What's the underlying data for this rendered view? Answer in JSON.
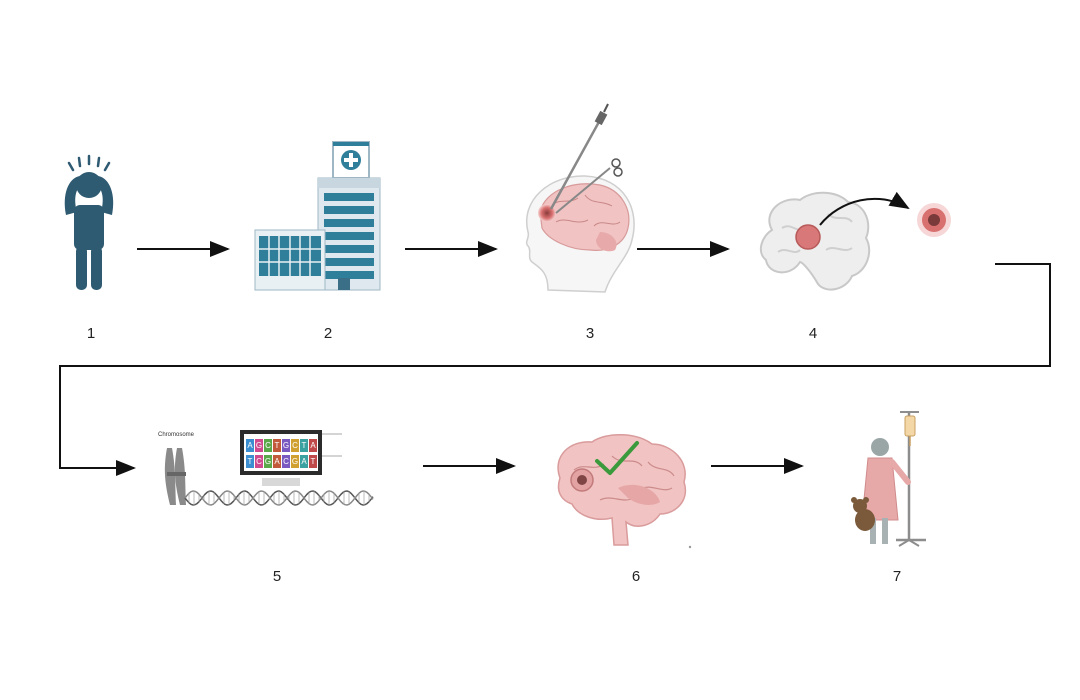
{
  "steps": [
    {
      "label": "1",
      "icon": "distressed-person-icon"
    },
    {
      "label": "2",
      "icon": "hospital-icon"
    },
    {
      "label": "3",
      "icon": "brain-surgery-icon"
    },
    {
      "label": "4",
      "icon": "tumor-extraction-icon"
    },
    {
      "label": "5",
      "icon": "genetic-sequencing-icon"
    },
    {
      "label": "6",
      "icon": "brain-checkmark-icon"
    },
    {
      "label": "7",
      "icon": "patient-iv-icon"
    }
  ],
  "chromosome_label": "Chromosome",
  "sequence_top": [
    "A",
    "G",
    "C",
    "T",
    "G",
    "C",
    "T",
    "A"
  ],
  "sequence_bottom": [
    "T",
    "C",
    "G",
    "A",
    "C",
    "G",
    "A",
    "T"
  ],
  "colors": {
    "person": "#2e5a72",
    "hospital_glass": "#2f7f9b",
    "brain": "#f1c3c3",
    "tumor": "#c95a5a",
    "check": "#3b9a3b",
    "line": "#111111"
  }
}
